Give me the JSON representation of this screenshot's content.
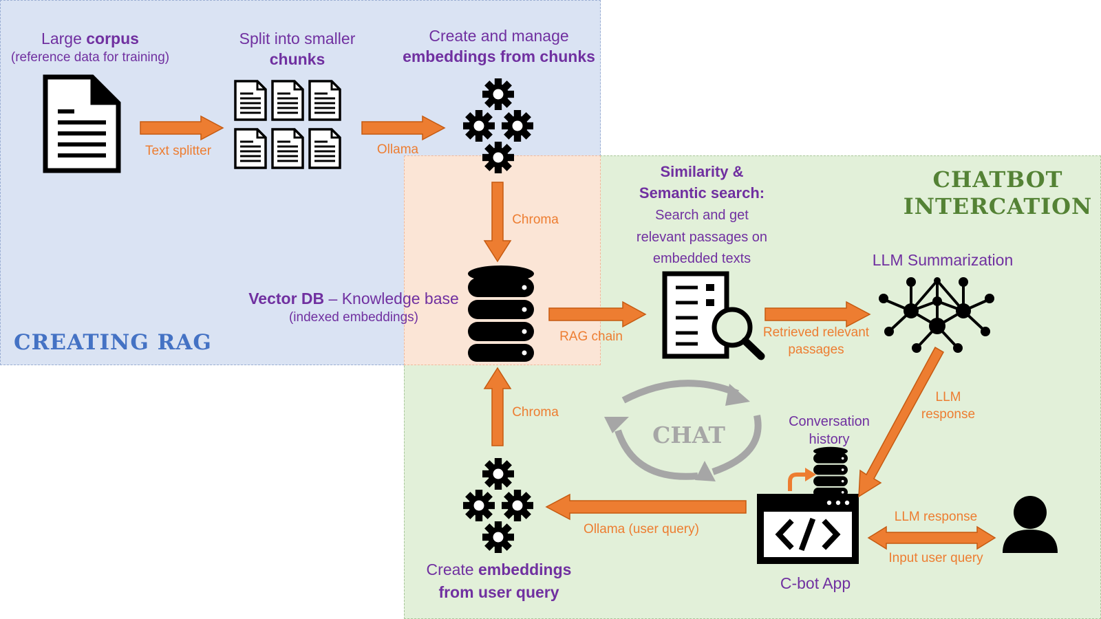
{
  "rag": {
    "title": "CREATING RAG",
    "corpus": {
      "prefix": "Large ",
      "bold": "corpus",
      "sub": "(reference data for training)"
    },
    "split": {
      "line1": "Split into smaller",
      "bold": "chunks"
    },
    "embed": {
      "line1": "Create and manage",
      "bold": "embeddings from chunks"
    },
    "vectordb": {
      "bold": "Vector DB",
      "rest": " – Knowledge base",
      "sub": "(indexed embeddings)"
    }
  },
  "chatbot": {
    "title_line1": "CHATBOT",
    "title_line2": "INTERCATION",
    "similarity": {
      "bold1": "Similarity &",
      "bold2": "Semantic search:",
      "line1": "Search and get",
      "line2": "relevant passages on",
      "line3": "embedded texts"
    },
    "llm_summarization": "LLM Summarization",
    "conversation_history": {
      "line1": "Conversation",
      "line2": "history"
    },
    "cbot_app": "C-bot App",
    "chat_cycle": "CHAT",
    "query_embed": {
      "prefix": "Create ",
      "bold1": "embeddings",
      "bold2": "from user query"
    }
  },
  "edges": {
    "text_splitter": "Text splitter",
    "ollama": "Ollama",
    "chroma_down": "Chroma",
    "chroma_up": "Chroma",
    "rag_chain": "RAG chain",
    "retrieved_line1": "Retrieved relevant",
    "retrieved_line2": "passages",
    "llm_response_line1": "LLM",
    "llm_response_line2": "response",
    "ollama_user_query": "Ollama (user query)",
    "llm_response_user": "LLM response",
    "input_user_query": "Input user query"
  },
  "colors": {
    "rag_bg": "#dae3f3",
    "chat_bg": "#e2f0d9",
    "overlap_bg": "#fbe5d6",
    "arrow": "#ed7d31",
    "label_purple": "#7030a0",
    "rag_title": "#4472c4",
    "chat_title": "#548235",
    "cycle_gray": "#a6a6a6"
  },
  "icons": [
    "document-icon",
    "chunks-icon",
    "gears-icon",
    "database-icon",
    "search-document-icon",
    "neural-network-icon",
    "code-window-icon",
    "small-database-icon",
    "user-icon",
    "cycle-arrows-icon"
  ]
}
